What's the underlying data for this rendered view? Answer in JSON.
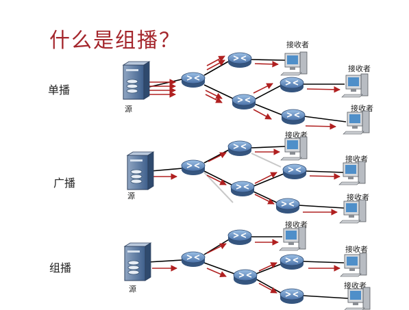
{
  "title": "什么是组播？",
  "rows": [
    {
      "label": "单播",
      "source_label": "源",
      "receiver_label": "接收者"
    },
    {
      "label": "广播",
      "source_label": "源",
      "receiver_label": "接收者"
    },
    {
      "label": "组播",
      "source_label": "源",
      "receiver_label": "接收者"
    }
  ],
  "colors": {
    "title": "#a4262c",
    "arrow": "#b02020",
    "link": "#000000",
    "router": "#5b82b4"
  },
  "icons": [
    "server-icon",
    "router-icon",
    "computer-icon",
    "arrow-icon"
  ]
}
